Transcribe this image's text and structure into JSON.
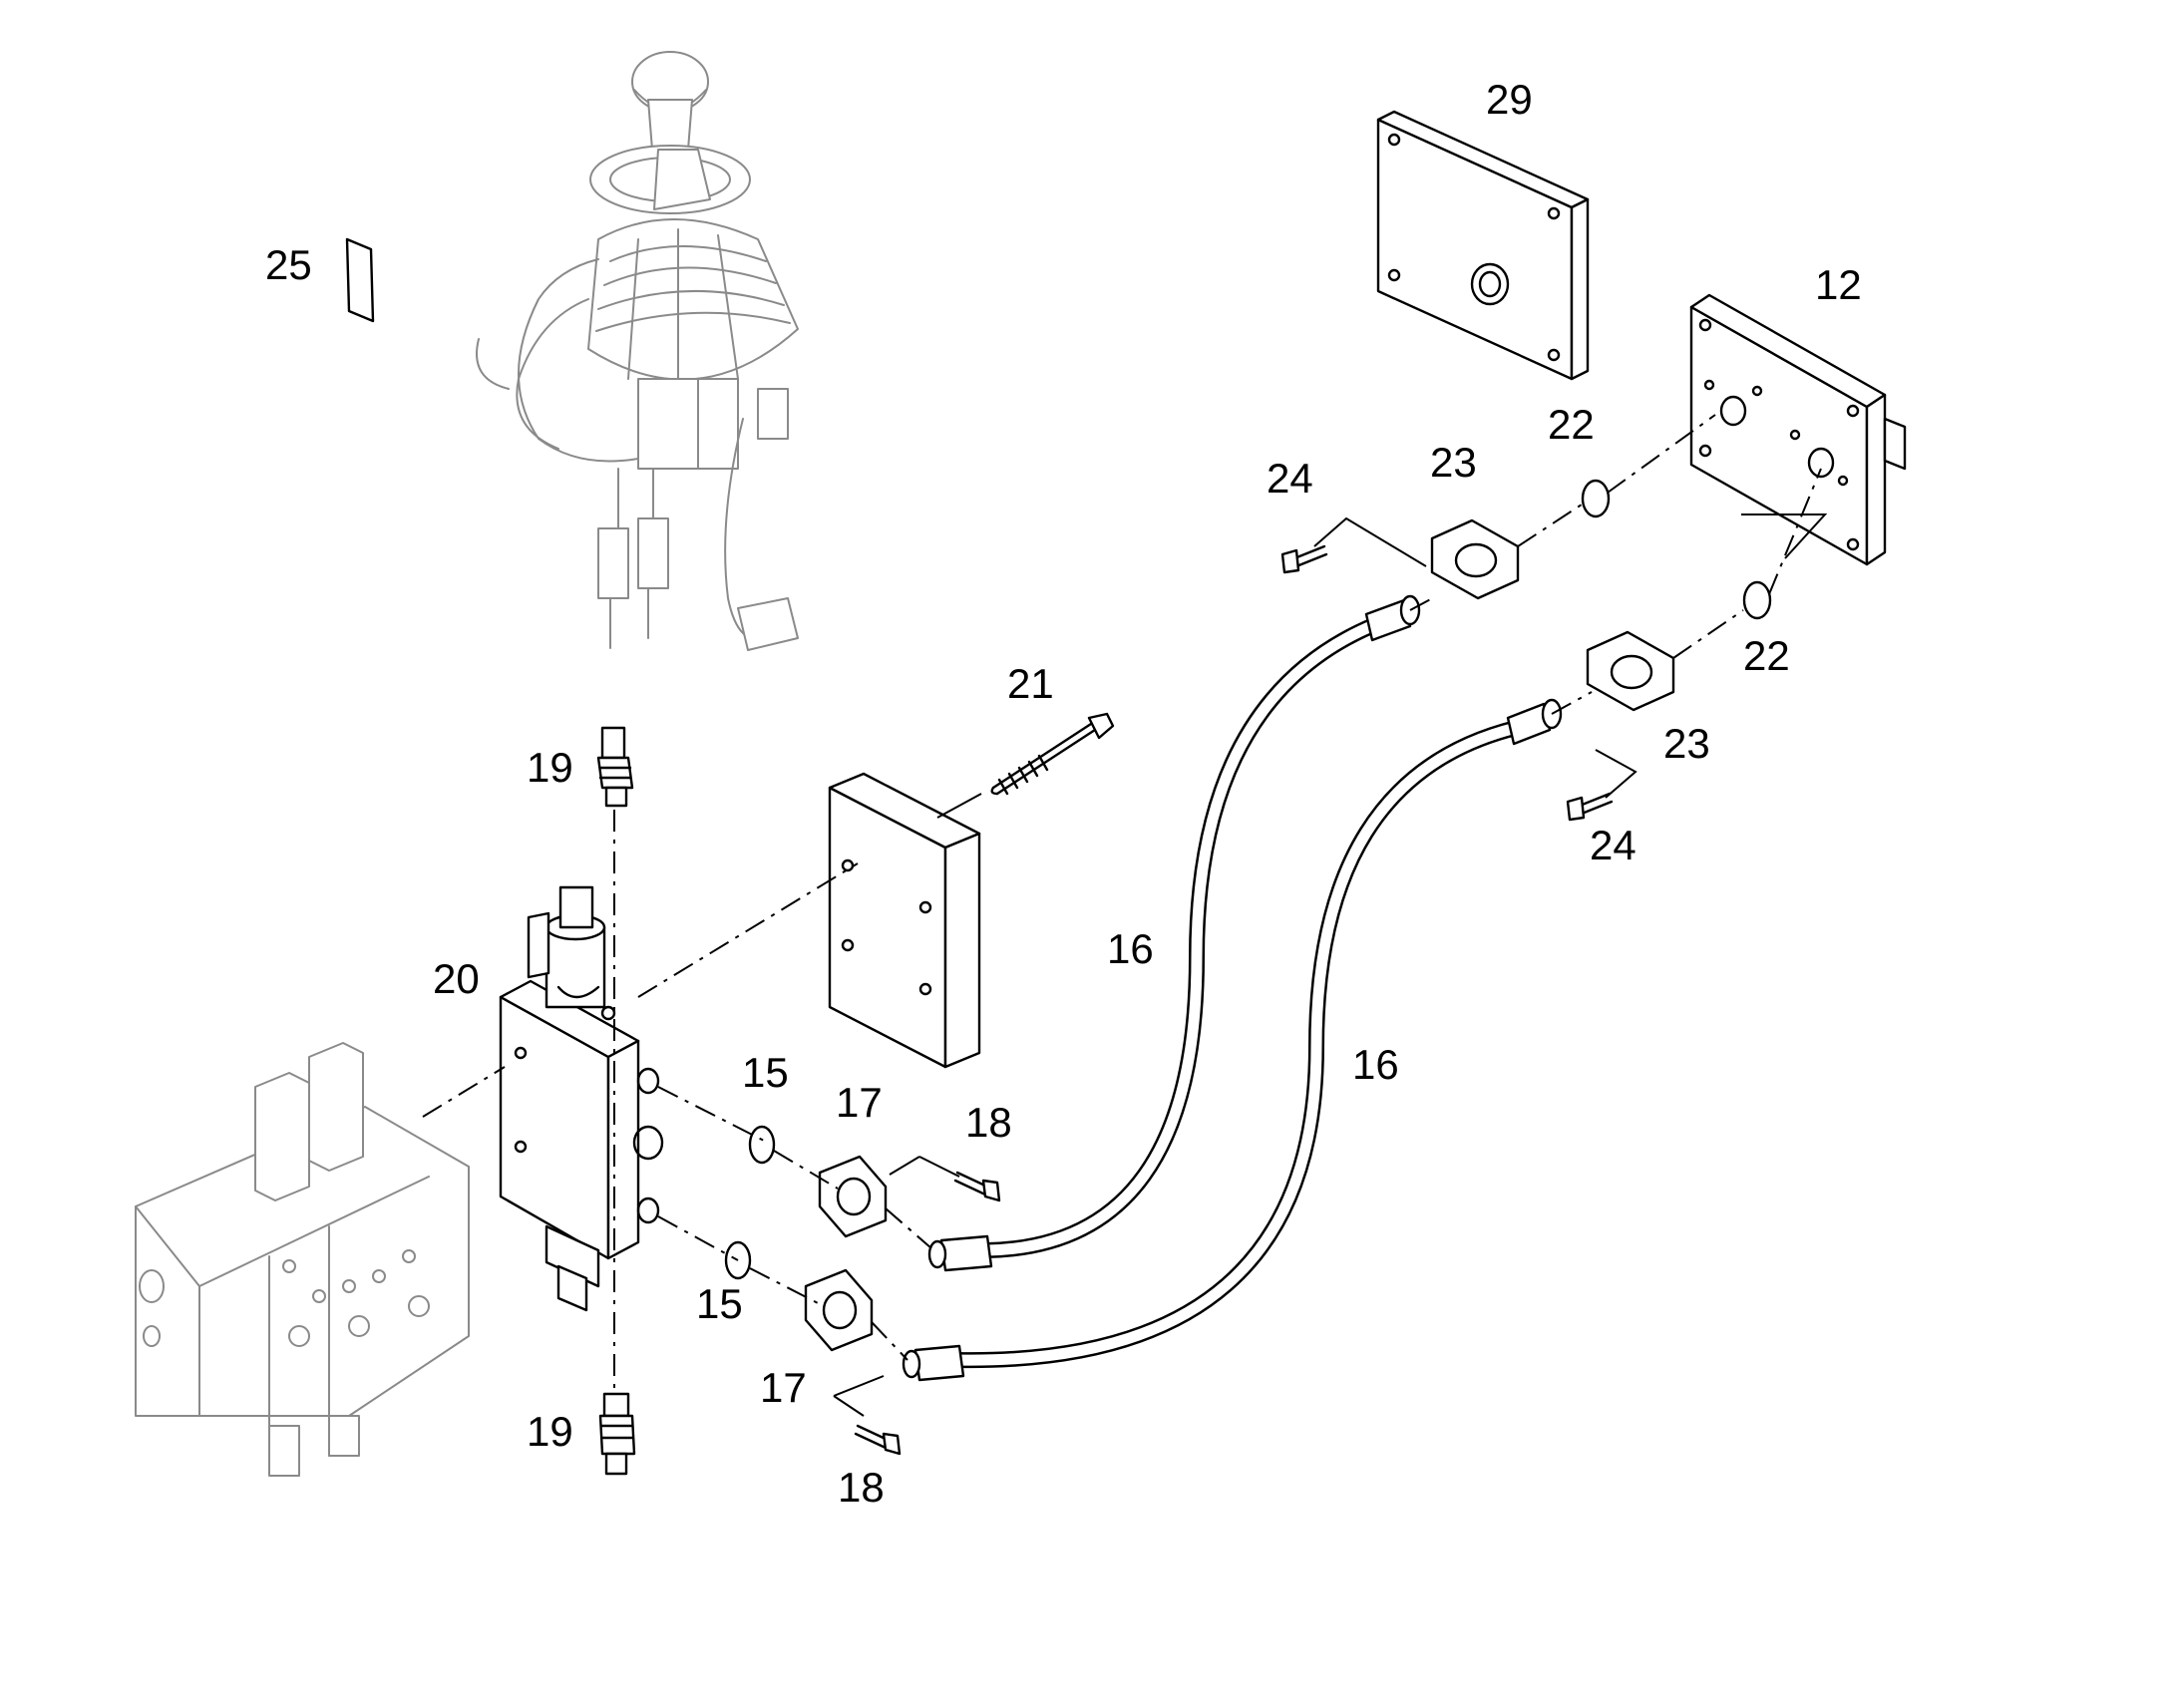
{
  "diagram": {
    "labels": {
      "p12": "12",
      "p15a": "15",
      "p15b": "15",
      "p16a": "16",
      "p16b": "16",
      "p17a": "17",
      "p17b": "17",
      "p18a": "18",
      "p18b": "18",
      "p19a": "19",
      "p19b": "19",
      "p20": "20",
      "p21": "21",
      "p22a": "22",
      "p22b": "22",
      "p23a": "23",
      "p23b": "23",
      "p24a": "24",
      "p24b": "24",
      "p25": "25",
      "p29": "29"
    }
  }
}
